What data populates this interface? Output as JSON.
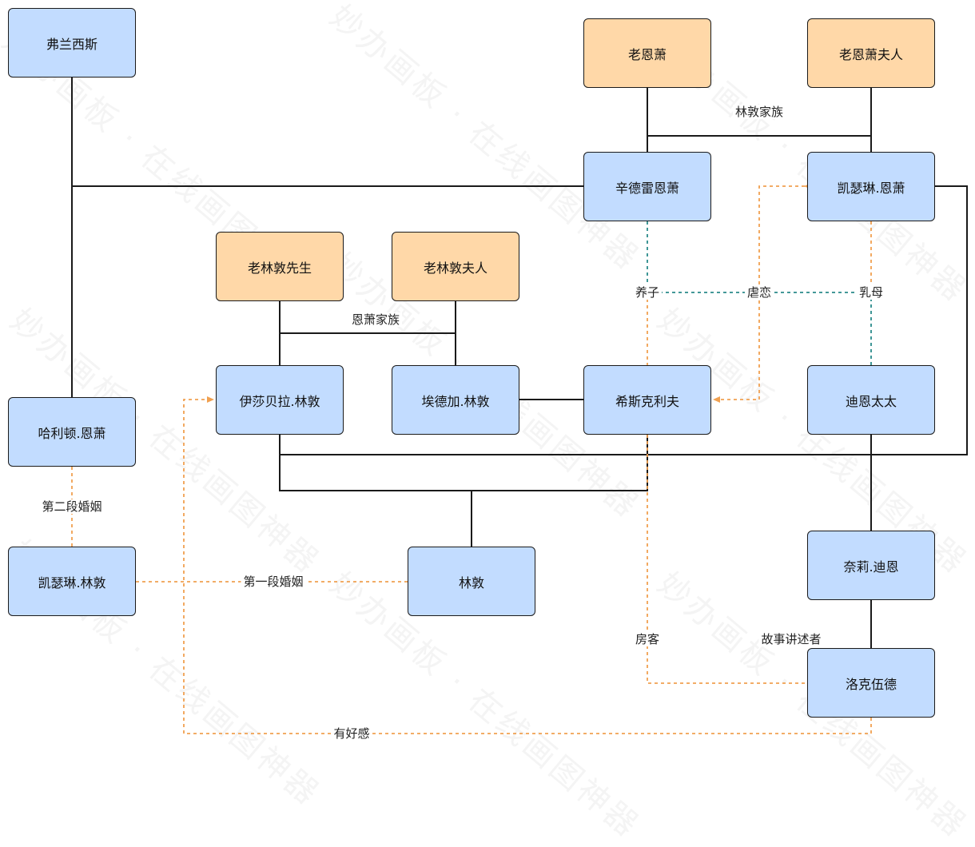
{
  "nodes": {
    "francis": "弗兰西斯",
    "old_earnshaw": "老恩萧",
    "old_earnshaw_wife": "老恩萧夫人",
    "hindley": "辛德雷恩萧",
    "catherine_earnshaw": "凯瑟琳.恩萧",
    "old_linton": "老林敦先生",
    "old_linton_wife": "老林敦夫人",
    "isabella": "伊莎贝拉.林敦",
    "edgar": "埃德加.林敦",
    "heathcliff": "希斯克利夫",
    "mrs_dean": "迪恩太太",
    "hareton": "哈利顿.恩萧",
    "catherine_linton": "凯瑟琳.林敦",
    "linton": "林敦",
    "nelly": "奈莉.迪恩",
    "lockwood": "洛克伍德"
  },
  "labels": {
    "linton_family": "林敦家族",
    "earnshaw_family": "恩萧家族",
    "adopted_son": "养子",
    "abusive_love": "虐恋",
    "nanny": "乳母",
    "second_marriage": "第二段婚姻",
    "first_marriage": "第一段婚姻",
    "tenant": "房客",
    "storyteller": "故事讲述者",
    "affection": "有好感"
  },
  "watermark": "妙办画板 · 在线画图神器",
  "colors": {
    "node_blue": "#c2dcff",
    "node_orange": "#ffd8a8",
    "line_solid": "#1a1a1a",
    "line_orange_dashed": "#f0a050",
    "line_teal_dashed": "#2a8a8a"
  }
}
